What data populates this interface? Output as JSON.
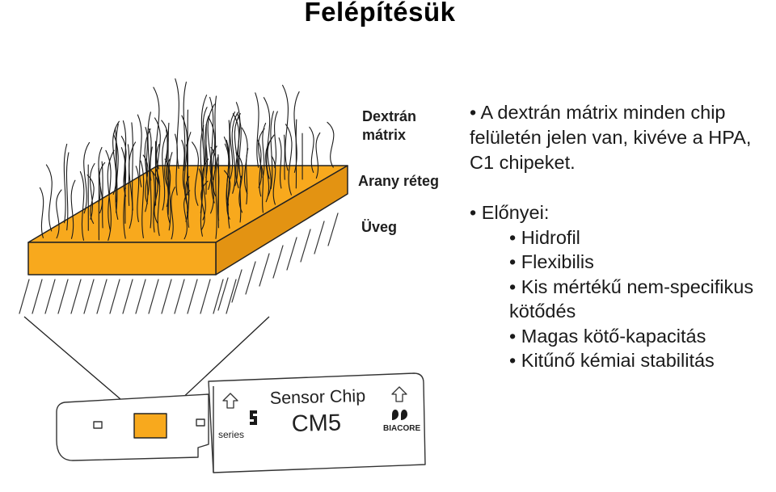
{
  "title": "Felépítésük",
  "labels": {
    "dextran": "Dextrán mátrix",
    "gold": "Arany réteg",
    "glass": "Üveg"
  },
  "chip": {
    "name": "Sensor Chip",
    "model": "CM5",
    "series": "series",
    "brand": "BIACORE"
  },
  "bullets": {
    "b1_lines": [
      "A dextrán mátrix minden chip",
      "felületén jelen van, kivéve a HPA,",
      "C1 chipeket."
    ],
    "b2": "Előnyei:",
    "sub": [
      "Hidrofil",
      "Flexibilis",
      "Kis mértékű nem-specifikus",
      "kötődés",
      "Magas kötő-kapacitás",
      "Kitűnő kémiai stabilitás"
    ]
  },
  "colors": {
    "gold": "#F8A91D",
    "gold_dark": "#E39312"
  },
  "icons": [
    "up-arrow-icon",
    "s-logo-icon",
    "biacore-logo-icon"
  ]
}
